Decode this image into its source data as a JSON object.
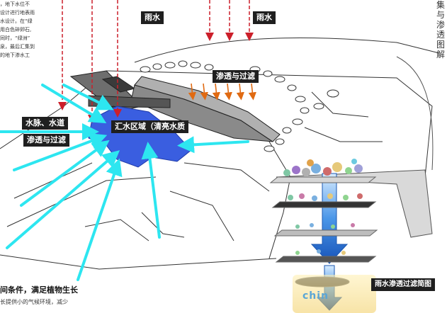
{
  "labels": {
    "rain_left": "雨水",
    "rain_right": "雨水",
    "seepage_top": "渗透与过滤",
    "veins": "水脉、水道",
    "seepage_left": "渗透与过滤",
    "catchment": "汇水区域（清亮水质",
    "filter_diagram": "雨水渗透过滤简图"
  },
  "side_text": [
    "，地下水位不",
    "设计进行地表雨",
    "水设计。在“绿",
    "用白色碎卵石,",
    "同时，“绿洲”",
    "泉，最后汇集到",
    "的地下渗水工"
  ],
  "vertical_title": "集与渗透图解",
  "caption_main": "间条件，满足植物生长",
  "caption_sub": "长提供小的气候环境，减少",
  "watermark_text": "chin",
  "colors": {
    "rain_arrow": "#cc1f2a",
    "seepage_arrow": "#e06a12",
    "flow_arrow": "#2de6f0",
    "water": "#3a5ee0",
    "filter_arrow": "#1e6fd0",
    "wall": "#8a8a8a"
  },
  "icons": [
    "rain-arrow-icon",
    "seepage-arrow-icon",
    "flow-arrow-icon",
    "filter-down-arrow-icon"
  ]
}
